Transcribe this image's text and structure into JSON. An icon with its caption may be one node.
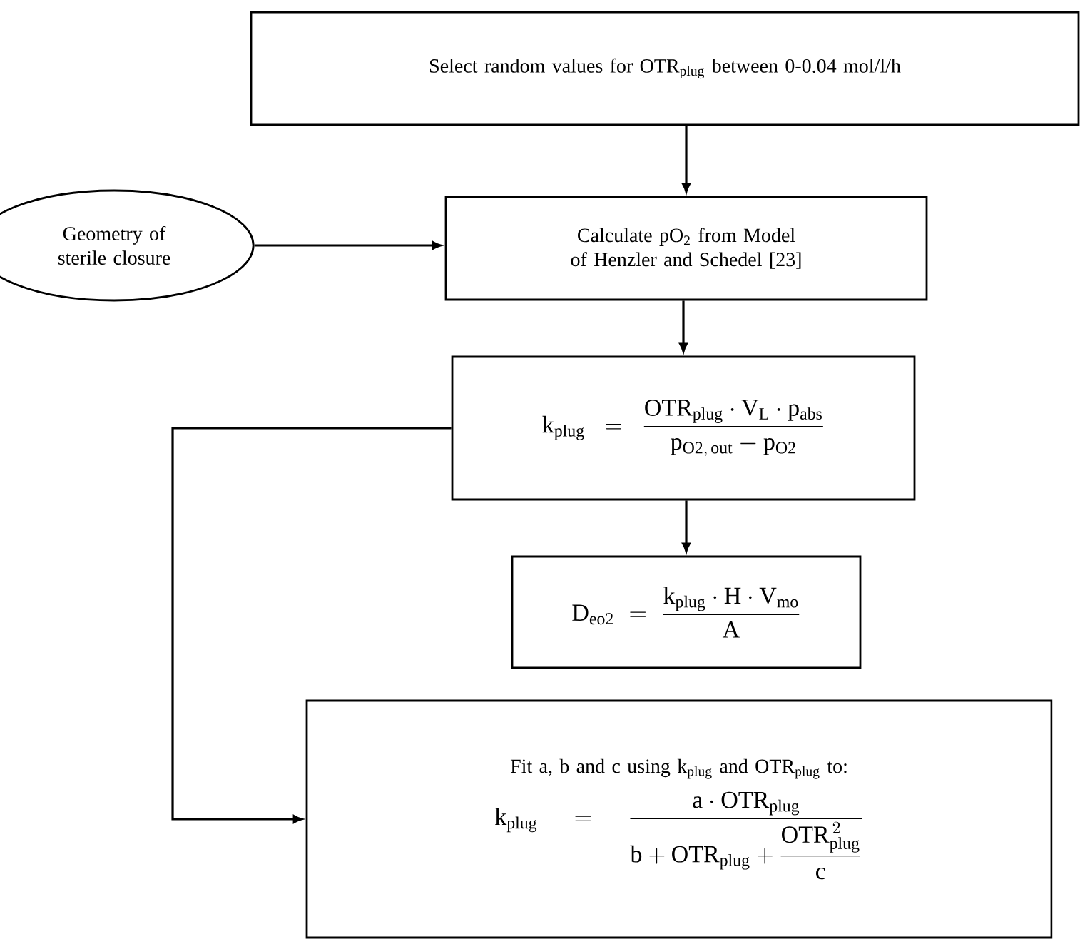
{
  "diagram": {
    "nodes": [
      {
        "text": [
          "Select random values for OTR$_{plug}$ between 0-0.04 mol/l/h"
        ]
      },
      {
        "text": [
          "Geometry of sterile closure"
        ]
      },
      {
        "text": [
          "Calculate pO$_{2}$ from Model of Henzler and Schedel [23]"
        ]
      },
      {
        "text": [
          "\\mathrm{k}_{\\mathrm{plug}} = \\frac{\\mathrm{OTR}_{\\mathrm{plug}} \\cdot \\mathrm{V}_{\\mathrm{L}} \\cdot \\mathrm{p}_{\\mathrm{abs}}}{\\mathrm{p}_{\\mathrm{O2,\\,out}} - \\mathrm{p}_{\\mathrm{O2}}}"
        ]
      },
      {
        "text": [
          "\\mathrm{D}_{\\mathrm{eo2}} = \\frac{\\mathrm{k}_{\\mathrm{plug}} \\cdot \\mathrm{H} \\cdot \\mathrm{V}_{\\mathrm{mo}}}{\\mathrm{A}}"
        ]
      },
      {
        "text": [
          "Fit a, b and c using k$_{plug}$ and OTR$_{plug}$ to:",
          "\\mathrm{k}_{\\mathrm{plug}} = \\frac{\\mathrm{a} \\cdot \\mathrm{OTR}_{\\mathrm{plug}}}{\\mathrm{b} + \\mathrm{OTR}_{\\mathrm{plug}} + \\dfrac{\\mathrm{OTR}_{\\mathrm{plug}}^{\\,2}}{\\mathrm{c}}}"
        ]
      }
    ],
    "edges": [
      {
        "from": 0,
        "to": 2,
        "arrow": "to"
      },
      {
        "from": 1,
        "to": 2,
        "arrow": "to"
      },
      {
        "from": 2,
        "to": 3,
        "arrow": "to"
      },
      {
        "from": 3,
        "to": 4,
        "arrow": "to"
      },
      {
        "from": 3,
        "to": 5,
        "arrow": "to"
      }
    ]
  }
}
